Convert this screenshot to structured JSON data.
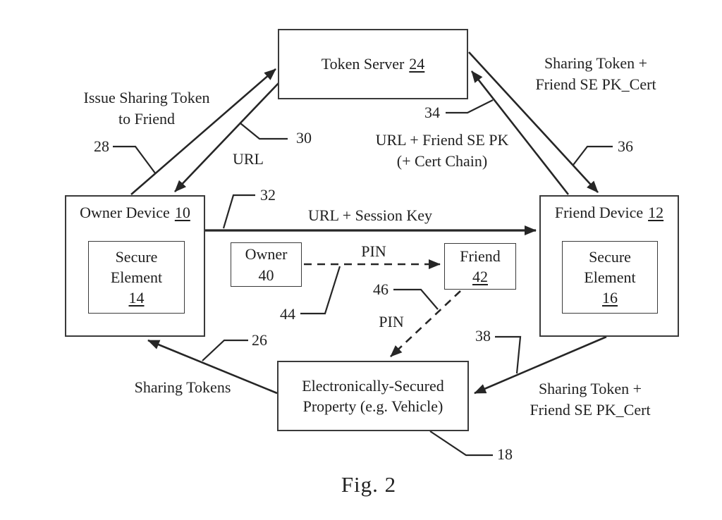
{
  "figure_caption": "Fig. 2",
  "nodes": {
    "token_server": {
      "label": "Token Server",
      "ref": "24"
    },
    "owner_device": {
      "label": "Owner Device",
      "ref": "10"
    },
    "owner_secure_element": {
      "line1": "Secure",
      "line2": "Element",
      "ref": "14"
    },
    "friend_device": {
      "label": "Friend Device",
      "ref": "12"
    },
    "friend_secure_element": {
      "line1": "Secure",
      "line2": "Element",
      "ref": "16"
    },
    "owner_user": {
      "label": "Owner",
      "ref": "40"
    },
    "friend_user": {
      "label": "Friend",
      "ref": "42"
    },
    "secured_property": {
      "line1": "Electronically-Secured",
      "line2": "Property (e.g. Vehicle)",
      "ref": "18"
    }
  },
  "edges": {
    "issue_token": {
      "line1": "Issue Sharing Token",
      "line2": "to Friend",
      "ref": "28"
    },
    "url_to_owner": {
      "label": "URL",
      "ref": "30"
    },
    "url_session_key": {
      "label": "URL + Session Key",
      "ref": "32"
    },
    "url_friend_pk": {
      "line1": "URL + Friend SE PK",
      "line2": "(+ Cert Chain)",
      "ref": "34"
    },
    "sharing_token_to_friend": {
      "line1": "Sharing Token +",
      "line2": "Friend SE PK_Cert",
      "ref": "36"
    },
    "pin_owner_to_friend": {
      "label": "PIN",
      "ref": "44"
    },
    "pin_friend_to_property": {
      "label": "PIN",
      "ref": "46"
    },
    "sharing_tokens_to_owner": {
      "label": "Sharing Tokens",
      "ref": "26"
    },
    "sharing_token_to_property": {
      "line1": "Sharing Token +",
      "line2": "Friend SE PK_Cert",
      "ref": "38"
    }
  },
  "colors": {
    "line": "#262626",
    "text": "#1e1e1e",
    "background": "#ffffff"
  }
}
